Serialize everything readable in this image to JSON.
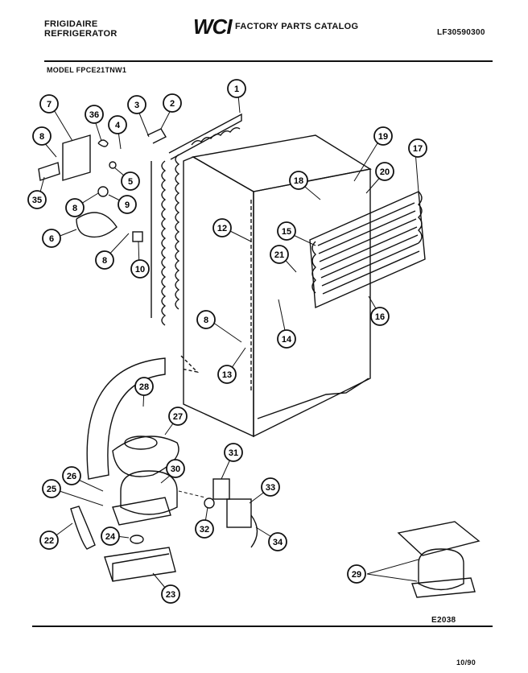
{
  "header": {
    "brand_line1": "FRIGIDAIRE",
    "brand_line2": "REFRIGERATOR",
    "logo": "WCI",
    "catalog_title": "FACTORY PARTS CATALOG",
    "doc_number": "LF30590300",
    "model": "MODEL FPCE21TNW1"
  },
  "footer": {
    "code": "E2038",
    "date": "10/90"
  },
  "callouts": [
    "1",
    "2",
    "3",
    "4",
    "5",
    "6",
    "7",
    "8",
    "9",
    "10",
    "12",
    "13",
    "14",
    "15",
    "16",
    "17",
    "18",
    "19",
    "20",
    "21",
    "22",
    "23",
    "24",
    "25",
    "26",
    "27",
    "28",
    "29",
    "30",
    "31",
    "32",
    "33",
    "34",
    "35",
    "36"
  ]
}
